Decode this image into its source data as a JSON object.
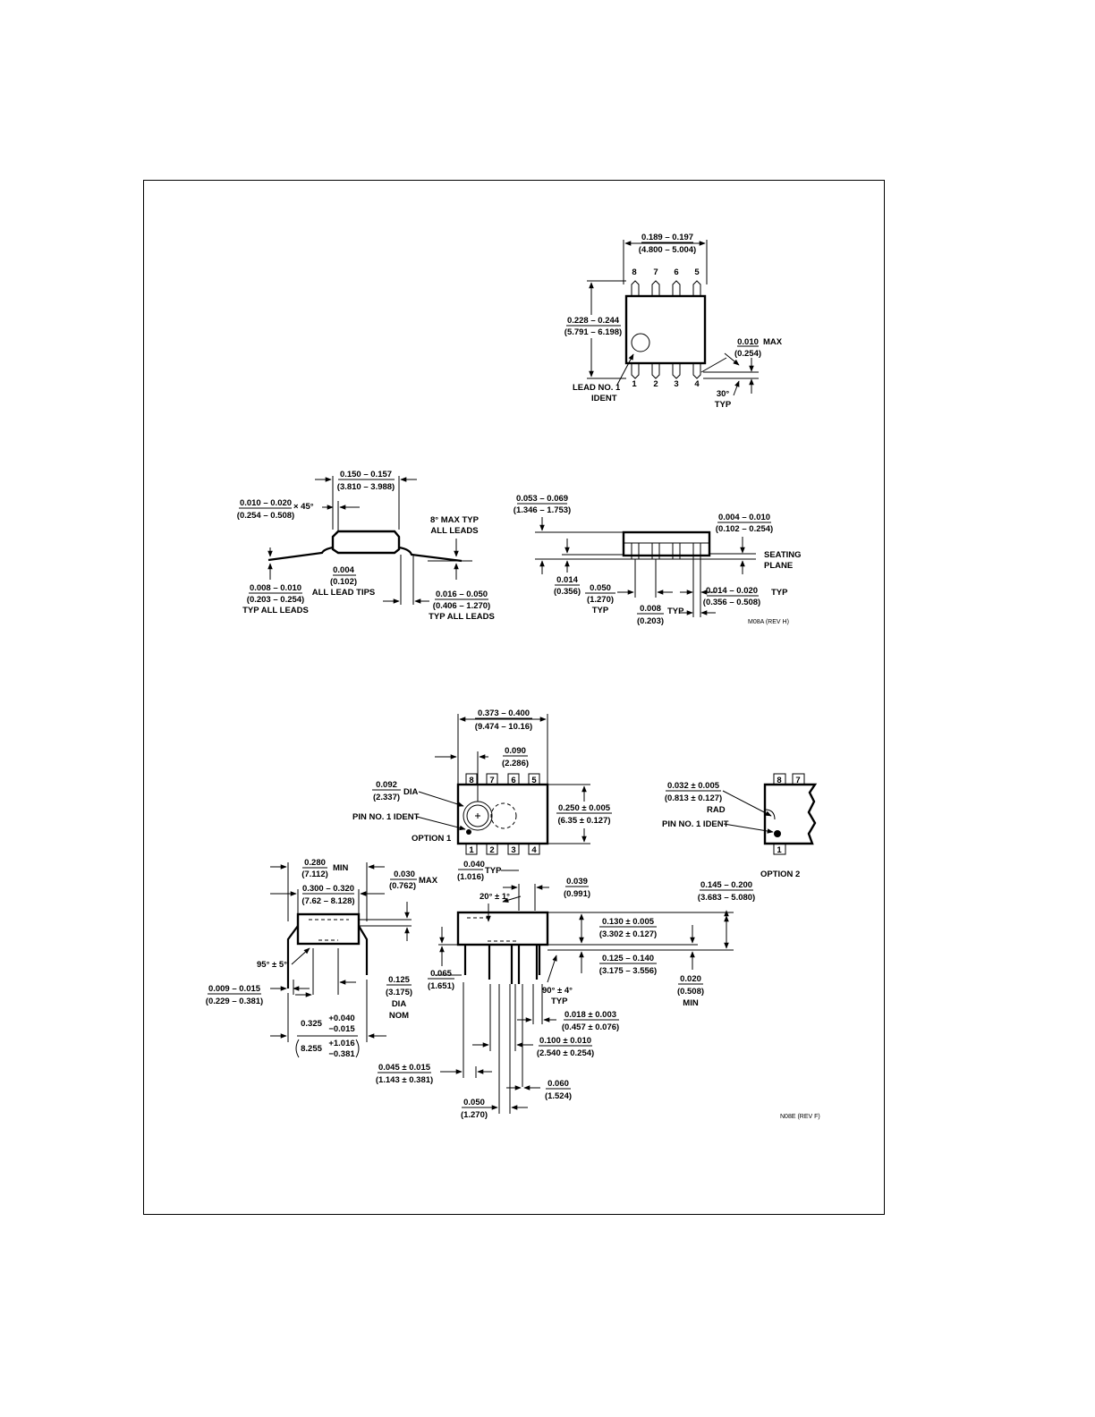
{
  "so8": {
    "pin_numbers_top": [
      "8",
      "7",
      "6",
      "5"
    ],
    "pin_numbers_bottom": [
      "1",
      "2",
      "3",
      "4"
    ],
    "width_in": "0.189 – 0.197",
    "width_mm": "(4.800 – 5.004)",
    "height_in": "0.228 – 0.244",
    "height_mm": "(5.791 – 6.198)",
    "lead_max_in": "0.010",
    "lead_max_word": "MAX",
    "lead_max_mm": "(0.254)",
    "lead_ident_1": "LEAD NO. 1",
    "lead_ident_2": "IDENT",
    "angle": "30°",
    "angle_typ": "TYP",
    "body_in": "0.150 – 0.157",
    "body_mm": "(3.810 – 3.988)",
    "chamfer_in": "0.010 – 0.020",
    "chamfer_x": "× 45°",
    "chamfer_mm": "(0.254 – 0.508)",
    "max8_1": "8° MAX TYP",
    "max8_2": "ALL LEADS",
    "tips_in": "0.004",
    "tips_mm": "(0.102)",
    "tips_lbl": "ALL LEAD TIPS",
    "lead_t_in": "0.008 – 0.010",
    "lead_t_mm": "(0.203 – 0.254)",
    "lead_t_lbl": "TYP ALL LEADS",
    "foot_in": "0.016 – 0.050",
    "foot_mm": "(0.406 – 1.270)",
    "foot_lbl": "TYP ALL LEADS",
    "ht_in": "0.053 – 0.069",
    "ht_mm": "(1.346 – 1.753)",
    "stand_in": "0.004 – 0.010",
    "stand_mm": "(0.102 – 0.254)",
    "seating_1": "SEATING",
    "seating_2": "PLANE",
    "lead14_in": "0.014",
    "lead14_mm": "(0.356)",
    "pitch_in": "0.050",
    "pitch_mm": "(1.270)",
    "pitch_typ": "TYP",
    "lw_in": "0.014 – 0.020",
    "lw_typ": "TYP",
    "lw_mm": "(0.356 – 0.508)",
    "w8_in": "0.008",
    "w8_typ": "TYP",
    "w8_mm": "(0.203)",
    "rev": "M08A (REV H)"
  },
  "dip8": {
    "pin_numbers_top": [
      "8",
      "7",
      "6",
      "5"
    ],
    "pin_numbers_bottom": [
      "1",
      "2",
      "3",
      "4"
    ],
    "len_in": "0.373 – 0.400",
    "len_mm": "(9.474 – 10.16)",
    "d090_in": "0.090",
    "d090_mm": "(2.286)",
    "dia_in": "0.092",
    "dia_word": "DIA",
    "dia_mm": "(2.337)",
    "pin1_ident": "PIN NO. 1 IDENT",
    "option1": "OPTION 1",
    "w250_in": "0.250 ± 0.005",
    "w250_mm": "(6.35 ± 0.127)",
    "rad_in": "0.032 ± 0.005",
    "rad_mm": "(0.813 ± 0.127)",
    "rad_word": "RAD",
    "opt2_pin1": "PIN NO. 1 IDENT",
    "opt2_pins_top": [
      "8",
      "7"
    ],
    "opt2_pin_bottom": "1",
    "option2": "OPTION 2",
    "d040_in": "0.040",
    "d040_typ": "TYP",
    "d040_mm": "(1.016)",
    "d280_in": "0.280",
    "d280_min": "MIN",
    "d280_mm": "(7.112)",
    "d030_in": "0.030",
    "d030_max": "MAX",
    "d030_mm": "(0.762)",
    "d300_in": "0.300 – 0.320",
    "d300_mm": "(7.62 – 8.128)",
    "d039_in": "0.039",
    "d039_mm": "(0.991)",
    "d145_in": "0.145 – 0.200",
    "d145_mm": "(3.683 – 5.080)",
    "ang20": "20° ± 1°",
    "d130_in": "0.130 ± 0.005",
    "d130_mm": "(3.302 ± 0.127)",
    "ang95": "95° ± 5°",
    "d065_in": "0.065",
    "d065_mm": "(1.651)",
    "d125_in": "0.125 – 0.140",
    "d125_mm": "(3.175 – 3.556)",
    "d020_in": "0.020",
    "d020_mm": "(0.508)",
    "d020_min": "MIN",
    "d009_in": "0.009 – 0.015",
    "d009_mm": "(0.229 – 0.381)",
    "d0125_in": "0.125",
    "d0125_mm": "(3.175)",
    "d0125_dia": "DIA",
    "d0125_nom": "NOM",
    "ang90": "90° ± 4°",
    "ang90_typ": "TYP",
    "d018_in": "0.018 ± 0.003",
    "d018_mm": "(0.457 ± 0.076)",
    "d325_base": "0.325",
    "d325_plus": "+0.040",
    "d325_minus": "−0.015",
    "d8255_base": "8.255",
    "d8255_plus": "+1.016",
    "d8255_minus": "−0.381",
    "d100_in": "0.100 ± 0.010",
    "d100_mm": "(2.540 ± 0.254)",
    "d045_in": "0.045 ± 0.015",
    "d045_mm": "(1.143 ± 0.381)",
    "d060_in": "0.060",
    "d060_mm": "(1.524)",
    "d050_in": "0.050",
    "d050_mm": "(1.270)",
    "rev": "N08E (REV F)"
  }
}
